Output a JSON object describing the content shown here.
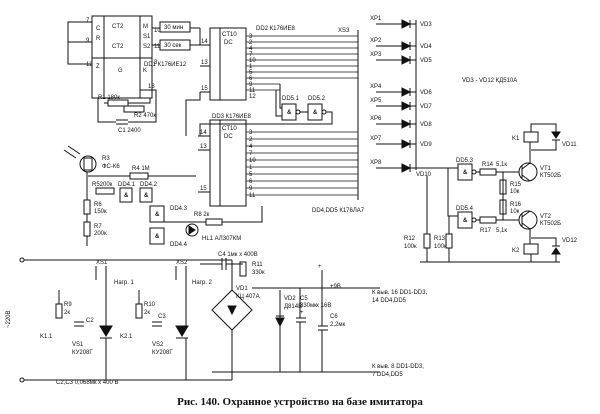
{
  "caption": "Рис. 140. Охранное устройство на базе имитатора",
  "chips": {
    "dd1": {
      "name": "DD1 К176ИЕ12",
      "ct1": "CT2",
      "ct2": "CT2",
      "g": "G",
      "pins": {
        "c": "C",
        "r": "R",
        "m": "M",
        "s1": "S1",
        "s2": "S2",
        "z": "Z",
        "k": "K",
        "p7": "7",
        "p9": "9",
        "p11": "11",
        "p12": "12",
        "p10": "10",
        "p3": "3",
        "p13": "13"
      }
    },
    "dd2": {
      "name": "DD2 К176ИЕ8",
      "ct": "CT10",
      "dc": "DC",
      "pins_in": [
        "14",
        "13",
        "15"
      ],
      "pins_out": [
        "3",
        "2",
        "4",
        "7",
        "10",
        "1",
        "5",
        "6",
        "9",
        "11",
        "12"
      ]
    },
    "dd3": {
      "name": "DD3 К176ИЕ8",
      "ct": "CT10",
      "dc": "DC",
      "pins_in": [
        "14",
        "13",
        "15"
      ],
      "pins_out": [
        "3",
        "2",
        "4",
        "7",
        "10",
        "1",
        "5",
        "6",
        "9",
        "11"
      ]
    }
  },
  "labels": {
    "xs3": "XS3",
    "dd4dd5": "DD4,DD5 К176ЛА7",
    "diodes_range": "VD3 - VD12  КД510А",
    "t30min": "30 мин",
    "t30sec": "30 сек",
    "supply9": "+9В",
    "plus": "+",
    "k_out_16": "К выв. 16 DD1-DD3,",
    "k_out_14": "14 DD4,DD5",
    "k_out_8": "К выв. 8 DD1-DD3,",
    "k_out_7": "7 DD4,DD5",
    "v220": "~220В",
    "c2c3": "С2,С3  0,068мк х 400 В",
    "nagr1": "Нагр. 1",
    "nagr2": "Нагр. 2"
  },
  "gates": {
    "dd51": "DD5.1",
    "dd52": "DD5.2",
    "dd53": "DD5.3",
    "dd54": "DD5.4",
    "dd41": "DD4.1",
    "dd42": "DD4.2",
    "dd43": "DD4.3",
    "dd44": "DD4.4"
  },
  "components": {
    "r1": "R1  180к",
    "r2": "R2  470к",
    "c1": "C1  2400",
    "r3": "R3",
    "r3b": "ФС-К6",
    "r4": "R4  1М",
    "r5": "R5200к",
    "r6": "R6",
    "r6v": "150к",
    "r7": "R7",
    "r7v": "200к",
    "r8": "R8  2к",
    "hl1": "HL1  АЛ307КМ",
    "c4": "C4  1мк х 400В",
    "r11": "R11",
    "r11v": "330к",
    "vd1": "VD1",
    "vd1v": "КЦ 407А",
    "vd2": "VD2",
    "vd2v": "Д814В",
    "c5": "C5",
    "c5v": "330мк",
    "c5v2": "х 16В",
    "c6": "C6",
    "c6v": "2,2мк",
    "r12": "R12",
    "r12v": "100к",
    "r13": "R13",
    "r13v": "100к",
    "r14": "R14",
    "r14v": "5,1к",
    "r15": "R15",
    "r15v": "10к",
    "r16": "R16",
    "r16v": "10к",
    "r17": "R17",
    "r17v": "5,1к",
    "vt1": "VT1",
    "vt1v": "КТ502Б",
    "vt2": "VT2",
    "vt2v": "КТ502Б",
    "k1": "K1",
    "k2": "K2",
    "vd11": "VD11",
    "vd12": "VD12",
    "xs1": "XS1",
    "xs2": "XS2",
    "r9": "R9",
    "r9v": "2к",
    "r10": "R10",
    "r10v": "2к",
    "c2": "C2",
    "c3": "C3",
    "vs1": "VS1",
    "vs1v": "КУ208Г",
    "vs2": "VS2",
    "vs2v": "КУ208Г",
    "k11": "K1.1",
    "k21": "K2.1"
  },
  "plugs": [
    "XP1",
    "XP2",
    "XP3",
    "XP4",
    "XP5",
    "XP6",
    "XP7",
    "XP8"
  ],
  "diodes": [
    "VD3",
    "VD4",
    "VD5",
    "VD6",
    "VD7",
    "VD8",
    "VD9",
    "VD10"
  ]
}
